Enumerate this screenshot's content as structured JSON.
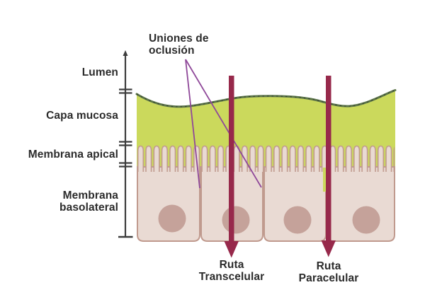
{
  "diagram": {
    "labels": {
      "tight_junctions": "Uniones de oclusión",
      "lumen": "Lumen",
      "mucous_layer": "Capa mucosa",
      "apical_membrane": "Membrana apical",
      "basolateral_membrane": "Membrana basolateral",
      "transcellular_route": "Ruta Transcelular",
      "paracellular_route": "Ruta Paracelular"
    },
    "colors": {
      "background": "#ffffff",
      "mucosa_fill": "#cbd95c",
      "mucosa_edge": "#5c7549",
      "mucosa_edge_dash": "#333d2e",
      "cell_fill": "#e9dad3",
      "cell_border": "#c09a8e",
      "nucleus_fill": "#c5a29a",
      "arrow": "#97294b",
      "pointer_line": "#8f4899",
      "scale_line": "#3d3d3d",
      "text": "#2b2b2b"
    }
  }
}
